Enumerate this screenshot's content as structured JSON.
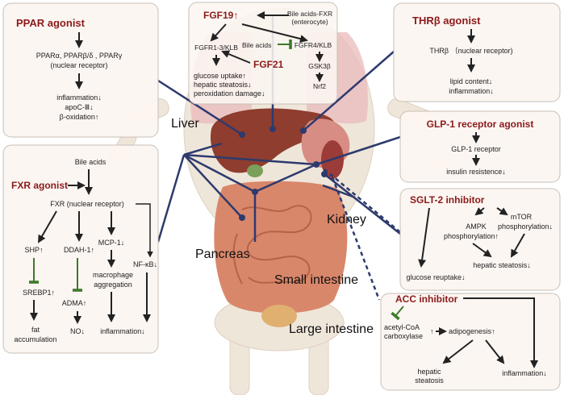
{
  "colors": {
    "title_red": "#8b1a1a",
    "panel_fill": "#fcf6f1",
    "panel_stroke": "#c9bfb6",
    "connector": "#2d3a6e",
    "inhibit": "#3e7a2c",
    "arrow": "#222222",
    "skeleton": "#efe6da",
    "liver": "#8e3d2e",
    "intestine": "#d9876a"
  },
  "icons": [
    "down-arrow-icon",
    "inhibition-bar-icon",
    "connector-dot-icon"
  ],
  "organs": {
    "liver": "Liver",
    "kidney": "Kidney",
    "pancreas": "Pancreas",
    "small_intestine": "Small intestine",
    "large_intestine": "Large intestine"
  },
  "ppar": {
    "title": "PPAR agonist",
    "receptor_line1": "PPARα, PPARβ/δ , PPARγ",
    "receptor_line2": "(nuclear receptor)",
    "effect1": "inflammation↓",
    "effect2": "apoC-Ⅲ↓",
    "effect3": "β-oxidation↑"
  },
  "fgf": {
    "title19": "FGF19↑",
    "source_line1": "Bile acids-FXR",
    "source_line2": "(enterocyte)",
    "bile_acids": "Bile acids",
    "fgfr13": "FGFR1-3/KLB",
    "fgfr4": "FGFR4/KLB",
    "title21": "FGF21",
    "gsk": "GSK3β",
    "nrf2": "Nrf2",
    "effect1": "glucose uptake↑",
    "effect2": "hepatic steatosis↓",
    "effect3": "peroxidation damage↓"
  },
  "thr": {
    "title": "THRβ agonist",
    "receptor": "THRβ （nuclear receptor)",
    "effect1": "lipid content↓",
    "effect2": "inflammation↓"
  },
  "glp1": {
    "title": "GLP-1 receptor agonist",
    "receptor": "GLP-1 receptor",
    "effect": "insulin resistence↓"
  },
  "sglt2": {
    "title": "SGLT-2 inhibitor",
    "ampk1": "AMPK",
    "ampk2": "phosphorylation↑",
    "mtor1": "mTOR",
    "mtor2": "phosphorylation↓",
    "steatosis": "hepatic steatosis↓",
    "glucose": "glucose reuptake↓"
  },
  "acc": {
    "title": "ACC inhibitor",
    "enzyme1": "acetyl-CoA",
    "enzyme2": "carboxylase",
    "up": "↑",
    "adipo": "adipogenesis↑",
    "steat1": "hepatic",
    "steat2": "steatosis",
    "inflam": "inflammation↓"
  },
  "fxr": {
    "bile_acids": "Bile acids",
    "title": "FXR agonist",
    "receptor": "FXR (nuclear receptor)",
    "shp": "SHP↑",
    "ddah": "DDAH-1↑",
    "mcp": "MCP-1↓",
    "nfkb": "NF-κB↓",
    "srebp": "SREBP1↑",
    "adma": "ADMA↑",
    "macro1": "macrophage",
    "macro2": "aggregation",
    "fat1": "fat",
    "fat2": "accumulation",
    "no": "NO↓",
    "inflam": "inflammation↓"
  }
}
